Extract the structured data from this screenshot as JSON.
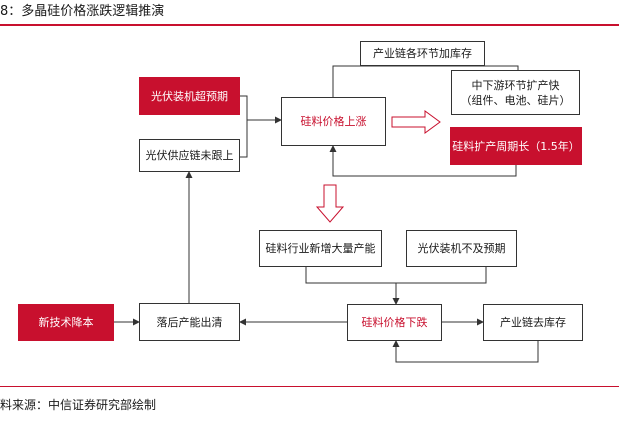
{
  "figure": {
    "title": "8：多晶硅价格涨跌逻辑推演",
    "source": "料来源：中信证券研究部绘制"
  },
  "nodes": {
    "pv_install_exceed": "光伏装机超预期",
    "pv_supply_lag": "光伏供应链未跟上",
    "silicon_price_up": "硅料价格上涨",
    "chain_restock": "产业链各环节加库存",
    "midstream_expand_line1": "中下游环节扩产快",
    "midstream_expand_line2": "（组件、电池、硅片）",
    "silicon_expand_cycle": "硅料扩产周期长（1.5年）",
    "silicon_new_capacity": "硅料行业新增大量产能",
    "pv_install_below": "光伏装机不及预期",
    "new_tech_cost_down": "新技术降本",
    "obsolete_capacity_clear": "落后产能出清",
    "silicon_price_down": "硅料价格下跌",
    "chain_destock": "产业链去库存"
  },
  "colors": {
    "accent": "#c8102e",
    "line": "#333333"
  }
}
